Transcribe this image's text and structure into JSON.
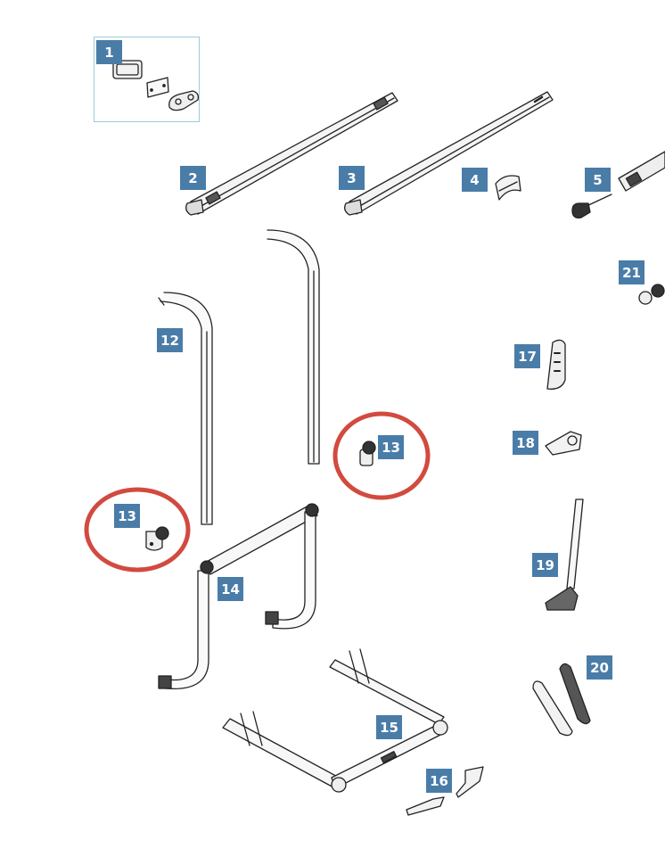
{
  "diagram": {
    "label_color": "#4a7ca8",
    "highlight_color": "#d24a3f",
    "callouts": [
      {
        "id": "1"
      },
      {
        "id": "2"
      },
      {
        "id": "3"
      },
      {
        "id": "4"
      },
      {
        "id": "5"
      },
      {
        "id": "21"
      },
      {
        "id": "12"
      },
      {
        "id": "17"
      },
      {
        "id": "13"
      },
      {
        "id": "18"
      },
      {
        "id": "13"
      },
      {
        "id": "14"
      },
      {
        "id": "19"
      },
      {
        "id": "20"
      },
      {
        "id": "15"
      },
      {
        "id": "16"
      }
    ]
  }
}
